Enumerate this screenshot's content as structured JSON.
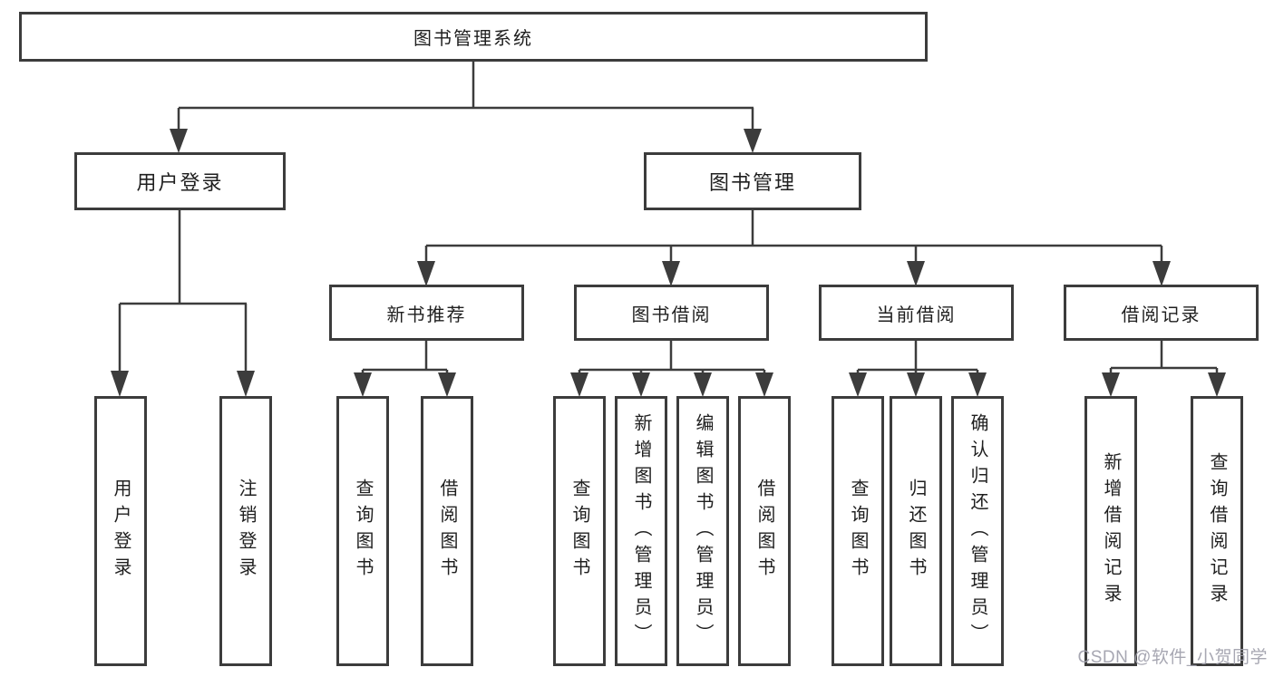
{
  "colors": {
    "line": "#3c3c3c",
    "box_border": "#3c3c3c",
    "box_background": "#ffffff",
    "text": "#1f1f1f",
    "watermark": "#a0a0ac"
  },
  "tree": {
    "label": "图书管理系统",
    "children": [
      {
        "label": "用户登录",
        "children": [
          {
            "label": "用户登录"
          },
          {
            "label": "注销登录"
          }
        ]
      },
      {
        "label": "图书管理",
        "children": [
          {
            "label": "新书推荐",
            "children": [
              {
                "label": "查询图书"
              },
              {
                "label": "借阅图书"
              }
            ]
          },
          {
            "label": "图书借阅",
            "children": [
              {
                "label": "查询图书"
              },
              {
                "label": "新增图书（管理员）"
              },
              {
                "label": "编辑图书（管理员）"
              },
              {
                "label": "借阅图书"
              }
            ]
          },
          {
            "label": "当前借阅",
            "children": [
              {
                "label": "查询图书"
              },
              {
                "label": "归还图书"
              },
              {
                "label": "确认归还（管理员）"
              }
            ]
          },
          {
            "label": "借阅记录",
            "children": [
              {
                "label": "新增借阅记录"
              },
              {
                "label": "查询借阅记录"
              }
            ]
          }
        ]
      }
    ]
  },
  "watermark": {
    "text": "CSDN @软件_小贺同学"
  }
}
